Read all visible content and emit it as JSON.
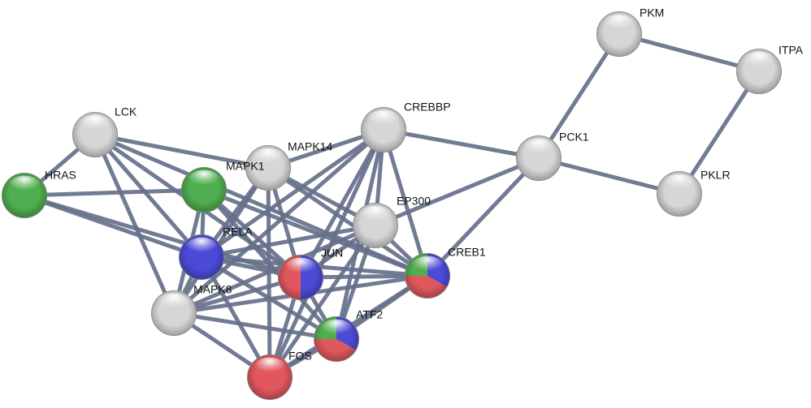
{
  "network": {
    "colors": {
      "edge": "#66708a",
      "grey": "#d6d6d6",
      "green": "#4fae4f",
      "blue": "#4a4ad6",
      "red": "#e0575d"
    },
    "nodes": [
      {
        "id": "PKM",
        "label": "PKM",
        "colors": [
          "grey"
        ]
      },
      {
        "id": "ITPA",
        "label": "ITPA",
        "colors": [
          "grey"
        ]
      },
      {
        "id": "PCK1",
        "label": "PCK1",
        "colors": [
          "grey"
        ]
      },
      {
        "id": "PKLR",
        "label": "PKLR",
        "colors": [
          "grey"
        ]
      },
      {
        "id": "LCK",
        "label": "LCK",
        "colors": [
          "grey"
        ]
      },
      {
        "id": "HRAS",
        "label": "HRAS",
        "colors": [
          "green"
        ]
      },
      {
        "id": "MAPK1",
        "label": "MAPK1",
        "colors": [
          "grey"
        ]
      },
      {
        "id": "MAPK14",
        "label": "MAPK14",
        "colors": [
          "green"
        ]
      },
      {
        "id": "CREBBP",
        "label": "CREBBP",
        "colors": [
          "grey"
        ]
      },
      {
        "id": "EP300",
        "label": "EP300",
        "colors": [
          "grey"
        ]
      },
      {
        "id": "RELA",
        "label": "RELA",
        "colors": [
          "blue"
        ]
      },
      {
        "id": "JUN",
        "label": "JUN",
        "colors": [
          "red",
          "blue"
        ]
      },
      {
        "id": "CREB1",
        "label": "CREB1",
        "colors": [
          "green",
          "blue",
          "red"
        ]
      },
      {
        "id": "MAPK8",
        "label": "MAPK8",
        "colors": [
          "grey"
        ]
      },
      {
        "id": "ATF2",
        "label": "ATF2",
        "colors": [
          "green",
          "blue",
          "red"
        ]
      },
      {
        "id": "FOS",
        "label": "FOS",
        "colors": [
          "red"
        ]
      }
    ],
    "edges": [
      [
        "PKM",
        "ITPA"
      ],
      [
        "PKM",
        "PCK1"
      ],
      [
        "ITPA",
        "PKLR"
      ],
      [
        "PCK1",
        "PKLR"
      ],
      [
        "PCK1",
        "CREBBP"
      ],
      [
        "PCK1",
        "EP300"
      ],
      [
        "PCK1",
        "CREB1"
      ],
      [
        "LCK",
        "HRAS"
      ],
      [
        "LCK",
        "MAPK1"
      ],
      [
        "LCK",
        "RELA"
      ],
      [
        "LCK",
        "MAPK8"
      ],
      [
        "LCK",
        "CREB1"
      ],
      [
        "LCK",
        "JUN"
      ],
      [
        "HRAS",
        "MAPK14"
      ],
      [
        "HRAS",
        "RELA"
      ],
      [
        "HRAS",
        "JUN"
      ],
      [
        "MAPK1",
        "RELA"
      ],
      [
        "MAPK1",
        "JUN"
      ],
      [
        "MAPK1",
        "FOS"
      ],
      [
        "MAPK1",
        "CREBBP"
      ],
      [
        "MAPK1",
        "MAPK8"
      ],
      [
        "MAPK1",
        "CREB1"
      ],
      [
        "MAPK1",
        "EP300"
      ],
      [
        "MAPK14",
        "RELA"
      ],
      [
        "MAPK14",
        "JUN"
      ],
      [
        "MAPK14",
        "CREB1"
      ],
      [
        "MAPK14",
        "ATF2"
      ],
      [
        "MAPK14",
        "MAPK8"
      ],
      [
        "CREBBP",
        "EP300"
      ],
      [
        "CREBBP",
        "RELA"
      ],
      [
        "CREBBP",
        "JUN"
      ],
      [
        "CREBBP",
        "CREB1"
      ],
      [
        "CREBBP",
        "ATF2"
      ],
      [
        "CREBBP",
        "FOS"
      ],
      [
        "CREBBP",
        "MAPK8"
      ],
      [
        "EP300",
        "RELA"
      ],
      [
        "EP300",
        "JUN"
      ],
      [
        "EP300",
        "CREB1"
      ],
      [
        "EP300",
        "ATF2"
      ],
      [
        "EP300",
        "FOS"
      ],
      [
        "EP300",
        "MAPK8"
      ],
      [
        "RELA",
        "JUN"
      ],
      [
        "RELA",
        "MAPK8"
      ],
      [
        "RELA",
        "FOS"
      ],
      [
        "RELA",
        "CREB1"
      ],
      [
        "RELA",
        "ATF2"
      ],
      [
        "JUN",
        "CREB1"
      ],
      [
        "JUN",
        "ATF2"
      ],
      [
        "JUN",
        "FOS"
      ],
      [
        "JUN",
        "MAPK8"
      ],
      [
        "CREB1",
        "ATF2"
      ],
      [
        "CREB1",
        "FOS"
      ],
      [
        "CREB1",
        "MAPK8"
      ],
      [
        "MAPK8",
        "ATF2"
      ],
      [
        "MAPK8",
        "FOS"
      ],
      [
        "ATF2",
        "FOS"
      ]
    ]
  }
}
